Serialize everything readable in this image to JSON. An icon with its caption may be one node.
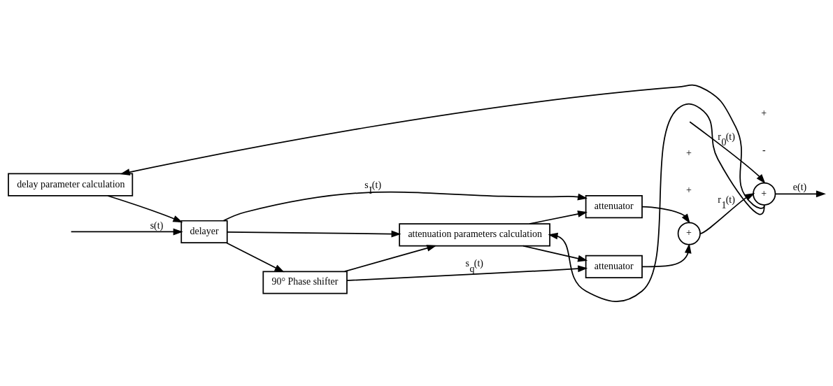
{
  "diagram": {
    "nodes": [
      {
        "text": [
          "delayer"
        ]
      },
      {
        "text": [
          "attenuator"
        ]
      },
      {
        "text": [
          "90° Phase shifter"
        ]
      },
      {
        "text": [
          "attenuator"
        ]
      },
      {
        "text": [
          "+"
        ],
        "beside": [
          "+",
          "+"
        ]
      },
      {
        "text": [
          "+"
        ],
        "beside": [
          "-",
          "+"
        ]
      },
      {
        "text": [
          "delay parameter calculation"
        ]
      },
      {
        "text": [
          "attenuation parameters calculation"
        ]
      }
    ],
    "edges": [
      {
        "from": null,
        "to": 0,
        "arrow": "to",
        "label": "s(t)"
      },
      {
        "from": 0,
        "to": 1,
        "arrow": "to",
        "label": "s$_{I}$(t)"
      },
      {
        "from": 0,
        "to": 2,
        "arrow": "to"
      },
      {
        "from": 0,
        "to": 7,
        "arrow": "to"
      },
      {
        "from": 2,
        "to": 3,
        "arrow": "to",
        "label": "s$_{q}$(t)"
      },
      {
        "from": 2,
        "to": 7,
        "arrow": "to"
      },
      {
        "from": 7,
        "to": 1,
        "arrow": "to"
      },
      {
        "from": 7,
        "to": 3,
        "arrow": "to"
      },
      {
        "from": 1,
        "to": 4,
        "arrow": "to"
      },
      {
        "from": 3,
        "to": 4,
        "arrow": "to"
      },
      {
        "from": 4,
        "to": 5,
        "arrow": "to",
        "label": "r$_{1}$(t)"
      },
      {
        "from": null,
        "to": 5,
        "arrow": "to",
        "label": "r$_{0}$(t)"
      },
      {
        "from": 5,
        "to": null,
        "arrow": "to",
        "label": "e(t)"
      },
      {
        "from": 5,
        "to": 6,
        "arrow": "to"
      },
      {
        "from": 5,
        "to": 7,
        "arrow": "to"
      },
      {
        "from": 6,
        "to": 0,
        "arrow": "to"
      }
    ]
  }
}
